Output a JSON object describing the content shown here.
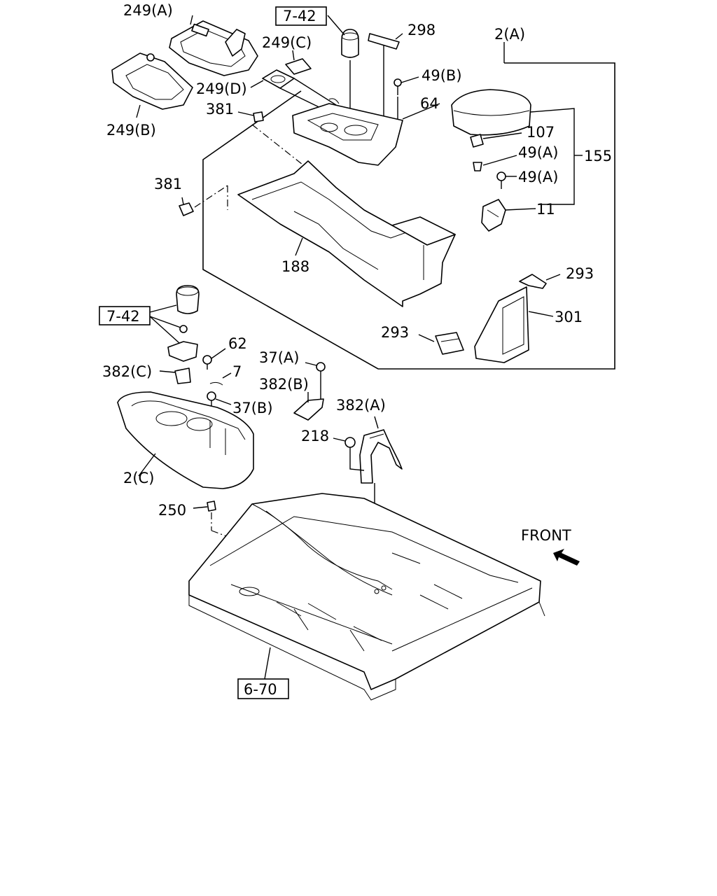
{
  "labels": {
    "l_249a": "249(A)",
    "l_249b": "249(B)",
    "l_249c": "249(C)",
    "l_249d": "249(D)",
    "l_742_top": "7-42",
    "l_298": "298",
    "l_2a": "2(A)",
    "l_49b": "49(B)",
    "l_64": "64",
    "l_381_top": "381",
    "l_107": "107",
    "l_49a_1": "49(A)",
    "l_155": "155",
    "l_49a_2": "49(A)",
    "l_381_mid": "381",
    "l_11": "11",
    "l_188": "188",
    "l_293_top": "293",
    "l_742_mid": "7-42",
    "l_301": "301",
    "l_293_bot": "293",
    "l_62": "62",
    "l_382c": "382(C)",
    "l_7": "7",
    "l_37a": "37(A)",
    "l_382b": "382(B)",
    "l_37b": "37(B)",
    "l_382a": "382(A)",
    "l_218": "218",
    "l_2c": "2(C)",
    "l_250": "250",
    "l_front": "FRONT",
    "l_670": "6-70"
  },
  "icons": {
    "front_arrow": "arrow-up-left-icon"
  }
}
